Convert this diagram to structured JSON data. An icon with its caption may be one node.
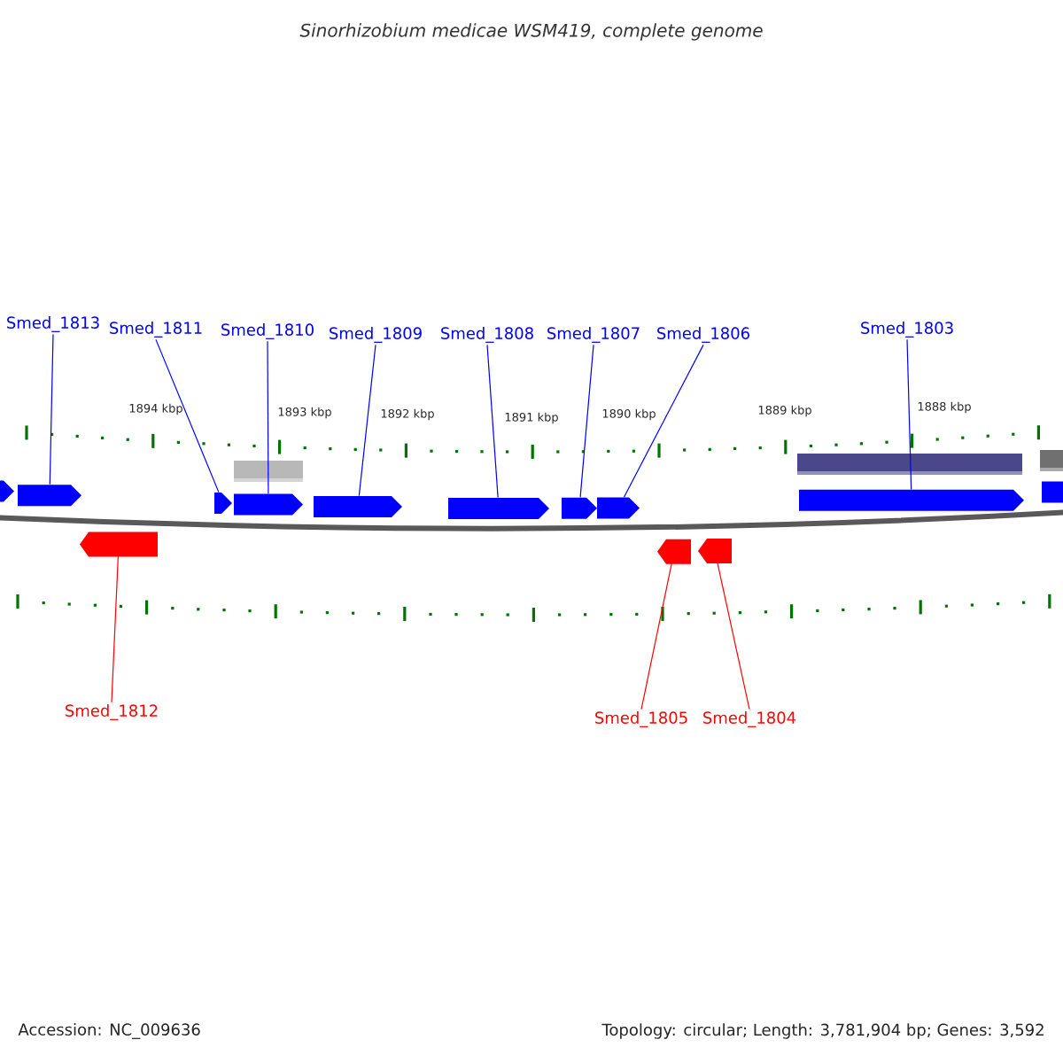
{
  "diagram": {
    "title": "Sinorhizobium medicae WSM419, complete genome",
    "nodes": [
      {
        "text": [
          "Smed_1813"
        ]
      },
      {
        "text": [
          "Smed_1811"
        ]
      },
      {
        "text": [
          "Smed_1810"
        ]
      },
      {
        "text": [
          "Smed_1809"
        ]
      },
      {
        "text": [
          "Smed_1808"
        ]
      },
      {
        "text": [
          "Smed_1807"
        ]
      },
      {
        "text": [
          "Smed_1806"
        ]
      },
      {
        "text": [
          "Smed_1803"
        ]
      },
      {
        "text": [
          "Smed_1812"
        ]
      },
      {
        "text": [
          "Smed_1805"
        ]
      },
      {
        "text": [
          "Smed_1804"
        ]
      },
      {
        "text": [],
        "shape": "bar"
      },
      {
        "text": [],
        "shape": "bar"
      },
      {
        "text": [],
        "shape": "bar"
      },
      {
        "text": [],
        "shape": "arrow"
      },
      {
        "text": [],
        "shape": "arrow"
      },
      {
        "text": [],
        "shape": "arrow"
      },
      {
        "text": [],
        "shape": "arrow"
      },
      {
        "text": [],
        "shape": "arrow"
      },
      {
        "text": [],
        "shape": "arrow"
      },
      {
        "text": [],
        "shape": "arrow"
      },
      {
        "text": [],
        "shape": "arrow"
      },
      {
        "text": [],
        "shape": "arrow"
      },
      {
        "text": [],
        "shape": "arrow"
      },
      {
        "text": [],
        "shape": "arrow"
      },
      {
        "text": [],
        "shape": "arrow"
      },
      {
        "text": [],
        "shape": "arrow"
      }
    ],
    "edges": [
      {
        "from": 0,
        "to": 15,
        "arrow": "none"
      },
      {
        "from": 1,
        "to": 16,
        "arrow": "none"
      },
      {
        "from": 2,
        "to": 17,
        "arrow": "none"
      },
      {
        "from": 3,
        "to": 18,
        "arrow": "none"
      },
      {
        "from": 4,
        "to": 19,
        "arrow": "none"
      },
      {
        "from": 5,
        "to": 20,
        "arrow": "none"
      },
      {
        "from": 6,
        "to": 21,
        "arrow": "none"
      },
      {
        "from": 7,
        "to": 22,
        "arrow": "none"
      },
      {
        "from": 8,
        "to": 24,
        "arrow": "none",
        "color": "#ff0000"
      },
      {
        "from": 9,
        "to": 25,
        "arrow": "none",
        "color": "#ff0000"
      },
      {
        "from": 10,
        "to": 26,
        "arrow": "none",
        "color": "#ff0000"
      }
    ],
    "labels": [
      "1894 kbp",
      "1893 kbp",
      "1892 kbp",
      "1891 kbp",
      "1890 kbp",
      "1889 kbp",
      "1888 kbp",
      "Accession: NC_009636",
      "Topology: circular; Length: 3,781,904 bp; Genes: 3,592"
    ]
  }
}
